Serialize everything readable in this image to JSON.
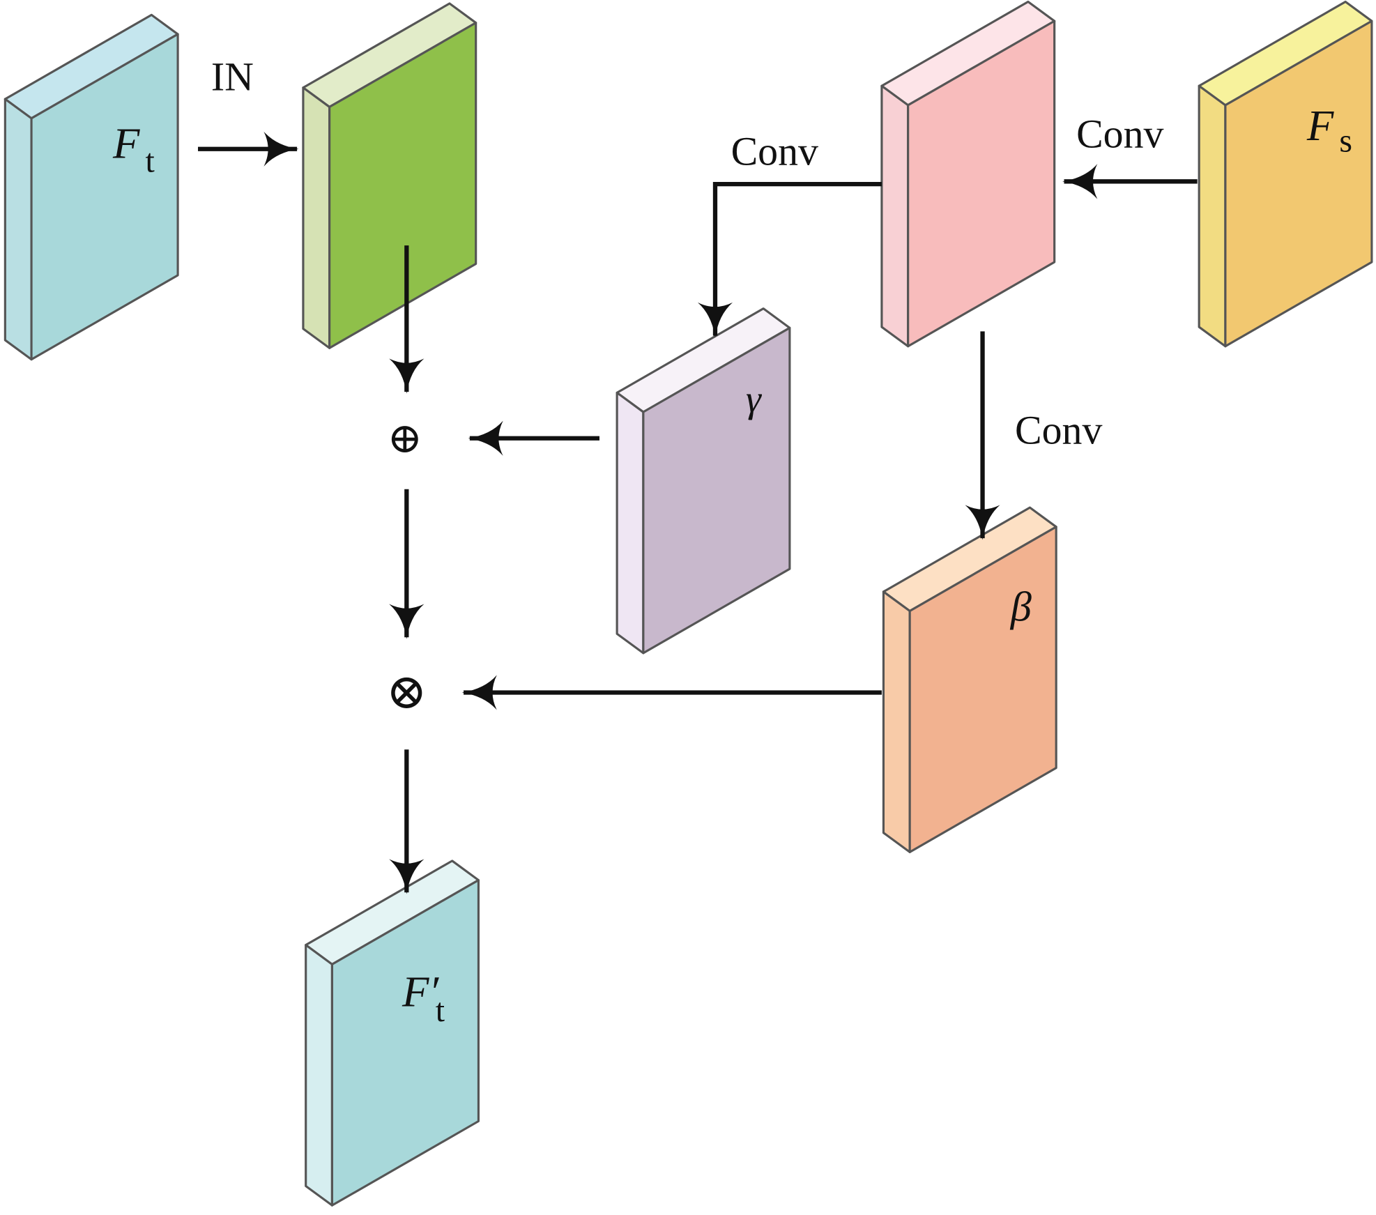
{
  "labels": {
    "in": "IN",
    "conv_top": "Conv",
    "conv_right": "Conv",
    "conv_mid": "Conv",
    "ft_main": "F",
    "ft_sub": "t",
    "fs_main": "F",
    "fs_sub": "s",
    "gamma": "γ",
    "beta": "β",
    "ftp_main": "F′",
    "ftp_sub": "t",
    "plus": "⊕",
    "times": "⊗"
  },
  "panels": {
    "ft": {
      "face": "#a8d8da",
      "side": "#b9dfe3",
      "top": "#c5e6ee"
    },
    "in_out": {
      "face": "#8fc04a",
      "side": "#d6e2b4",
      "top": "#e2ecc9"
    },
    "conv": {
      "face": "#f8bcbc",
      "side": "#f8d0d4",
      "top": "#fde4e8"
    },
    "fs": {
      "face": "#f2c870",
      "side": "#f2dc82",
      "top": "#f7f29c"
    },
    "gamma": {
      "face": "#c8b8cc",
      "side": "#efe6f3",
      "top": "#f7f2f8"
    },
    "beta": {
      "face": "#f2b290",
      "side": "#f8cba8",
      "top": "#fde0c4"
    },
    "ft_prime": {
      "face": "#a8d8da",
      "side": "#d6eef0",
      "top": "#e4f4f4"
    }
  }
}
